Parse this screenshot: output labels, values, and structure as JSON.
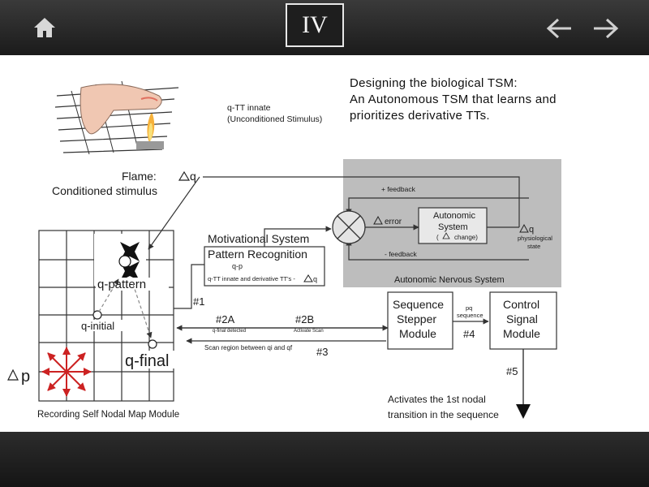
{
  "header": {
    "slide_badge": "IV",
    "home_icon": "home-icon",
    "prev_icon": "arrow-left-icon",
    "next_icon": "arrow-right-icon"
  },
  "caption": {
    "line1": "Designing the biological TSM:",
    "line2": "An Autonomous TSM that learns and",
    "line3": "prioritizes derivative TTs."
  },
  "diagram": {
    "q_tt_innate_1": "q-TT innate",
    "q_tt_innate_2": "(Unconditioned Stimulus)",
    "flame": "Flame:",
    "delta_q": "q",
    "conditioned_stimulus": "Conditioned stimulus",
    "plus_feedback": "+ feedback",
    "minus_feedback": "- feedback",
    "error": "error",
    "autonomic_1": "Autonomic",
    "autonomic_2": "System",
    "change": "change)",
    "dq_right": "q",
    "physiological": "physiological",
    "state": "state",
    "autonomic_nervous_system": "Autonomic Nervous System",
    "motivational_system": "Motivational System",
    "pattern_recognition": "Pattern Recognition",
    "q_p": "q-p",
    "q_tt_derivative": "q-TT  innate and derivative TT's -",
    "q_pattern": "q-pattern",
    "hash1": "#1",
    "q_initial": "q-initial",
    "q_final": "q-final",
    "p": "p",
    "recording_module": "Recording Self Nodal Map Module",
    "hash2a": "#2A",
    "q_final_detected": "q-final detected",
    "hash2b": "#2B",
    "activate_scan": "Activate Scan",
    "scan_region": "Scan region between qi and qf",
    "hash3": "#3",
    "sequence_1": "Sequence",
    "sequence_2": "Stepper",
    "sequence_3": "Module",
    "pq": "pq",
    "sequence_small": "sequence",
    "hash4": "#4",
    "control_1": "Control",
    "control_2": "Signal",
    "control_3": "Module",
    "hash5": "#5",
    "activates_1": "Activates the 1st nodal",
    "activates_2": "transition in the sequence"
  }
}
